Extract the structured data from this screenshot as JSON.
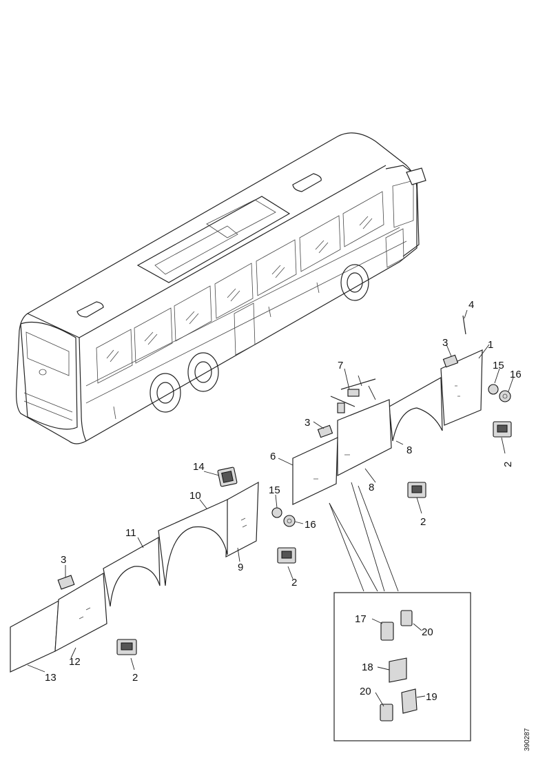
{
  "callouts": {
    "c1": "1",
    "c2a": "2",
    "c2b": "2",
    "c2c": "2",
    "c2d": "2",
    "c3a": "3",
    "c3b": "3",
    "c3c": "3",
    "c4": "4",
    "c6": "6",
    "c7": "7",
    "c8a": "8",
    "c8b": "8",
    "c9": "9",
    "c10": "10",
    "c11": "11",
    "c12": "12",
    "c13": "13",
    "c14": "14",
    "c15a": "15",
    "c15b": "15",
    "c16a": "16",
    "c16b": "16",
    "c17": "17",
    "c18": "18",
    "c19": "19",
    "c20a": "20",
    "c20b": "20"
  },
  "reference_code": "390287"
}
